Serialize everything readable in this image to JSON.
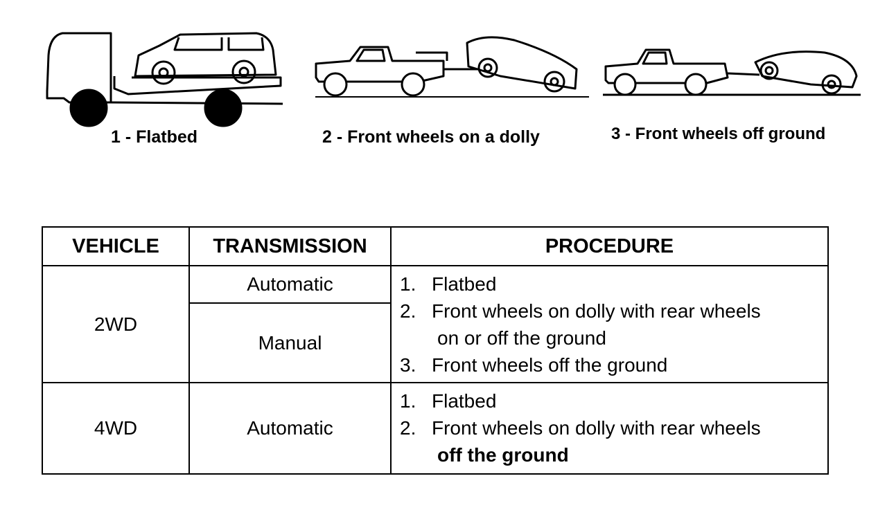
{
  "illustrations": {
    "captions": [
      {
        "label": "1 - Flatbed"
      },
      {
        "label": "2 - Front wheels on a dolly"
      },
      {
        "label": "3 - Front wheels off ground"
      }
    ]
  },
  "table": {
    "headers": {
      "vehicle": "VEHICLE",
      "transmission": "TRANSMISSION",
      "procedure": "PROCEDURE"
    },
    "rows": [
      {
        "vehicle": "2WD",
        "transmissions": [
          "Automatic",
          "Manual"
        ],
        "steps": [
          {
            "num": "1.",
            "text": "Flatbed"
          },
          {
            "num": "2.",
            "text": "Front wheels on dolly with rear wheels",
            "cont": "on or off the ground"
          },
          {
            "num": "3.",
            "text": "Front wheels off the ground"
          }
        ]
      },
      {
        "vehicle": "4WD",
        "transmissions": [
          "Automatic"
        ],
        "steps": [
          {
            "num": "1.",
            "text": "Flatbed"
          },
          {
            "num": "2.",
            "text": "Front wheels on dolly with rear wheels",
            "cont": "off the ground"
          }
        ]
      }
    ]
  }
}
